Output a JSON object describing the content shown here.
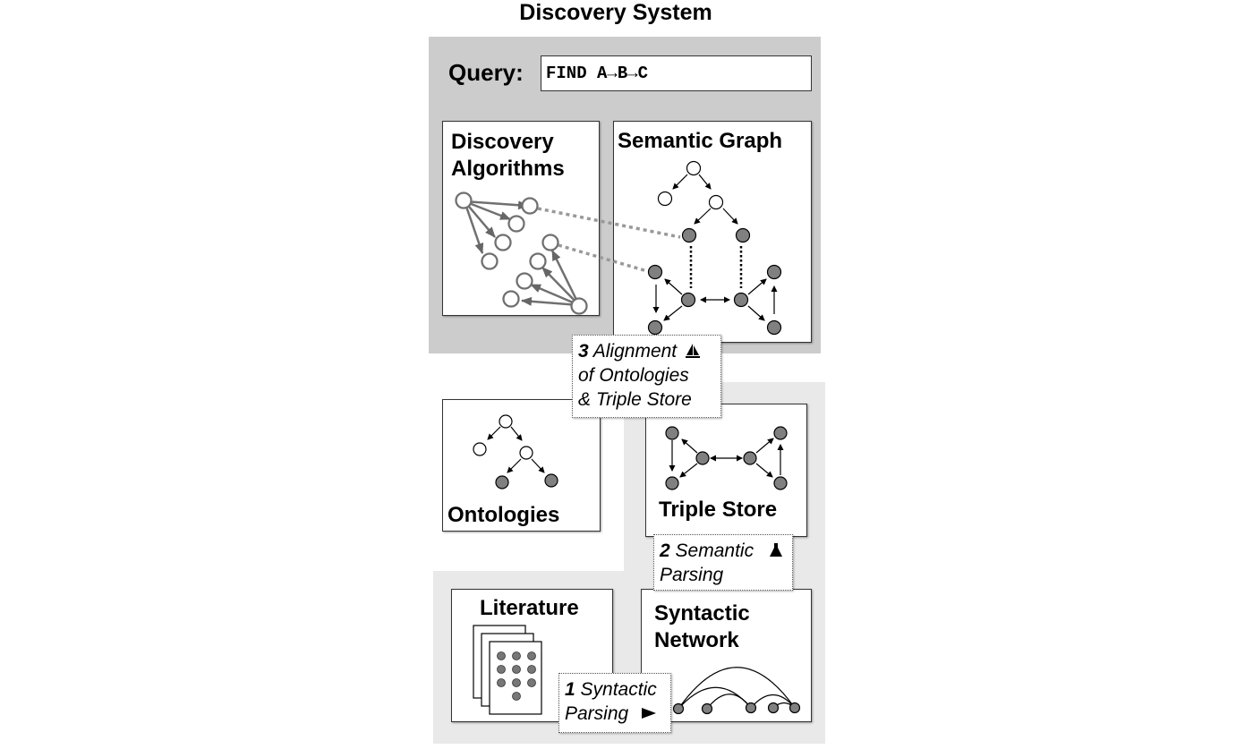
{
  "title": "Discovery System",
  "query": {
    "label": "Query:",
    "text": "FIND A→B→C"
  },
  "panels": {
    "discovery_algorithms": [
      "Discovery",
      "Algorithms"
    ],
    "semantic_graph": "Semantic Graph",
    "ontologies": "Ontologies",
    "triple_store": "Triple Store",
    "literature": "Literature",
    "syntactic_network": [
      "Syntactic",
      "Network"
    ]
  },
  "steps": {
    "alignment": {
      "number": "3",
      "lines": [
        "Alignment",
        "of Ontologies",
        "& Triple Store"
      ],
      "icon": "sailboat-icon"
    },
    "semantic_parsing": {
      "number": "2",
      "lines": [
        "Semantic",
        "Parsing"
      ],
      "icon": "up-triangle-icon"
    },
    "syntactic_parsing": {
      "number": "1",
      "lines": [
        "Syntactic",
        "Parsing"
      ],
      "icon": "right-triangle-icon"
    }
  },
  "colors": {
    "dark_bg": "#cccccc",
    "light_bg": "#e9e9e9",
    "filled_node": "#808080",
    "algo_stroke": "#777777"
  }
}
